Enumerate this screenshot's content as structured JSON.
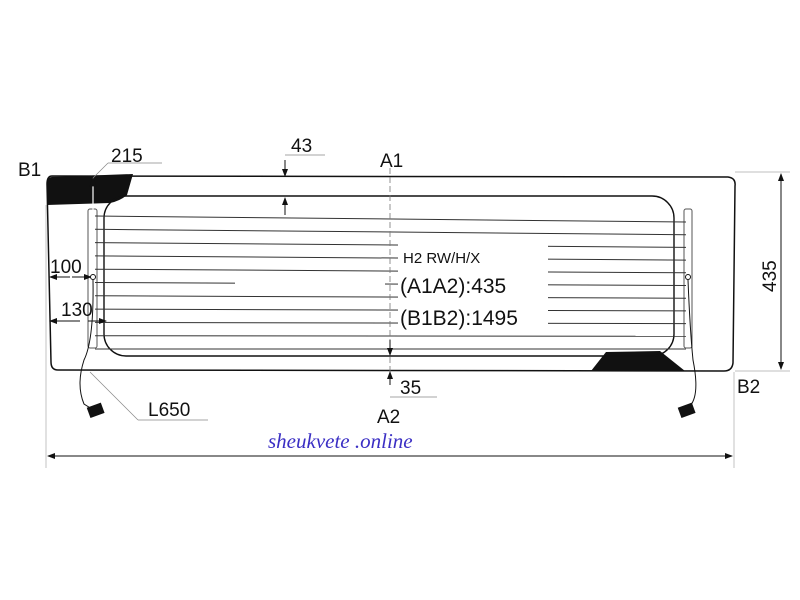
{
  "diagram": {
    "points": {
      "b1": "B1",
      "b2": "B2",
      "a1": "A1",
      "a2": "A2"
    },
    "dimensions": {
      "top_corner": "215",
      "top_margin": "43",
      "bottom_margin": "35",
      "side_100": "100",
      "side_130": "130",
      "cable_length": "L650",
      "height": "435"
    },
    "spec": {
      "code": "H2 RW/H/X",
      "a1a2": "(A1A2):435",
      "b1b2": "(B1B2):1495"
    },
    "watermark": "sheukvete .online",
    "heater_line_count": 11
  }
}
